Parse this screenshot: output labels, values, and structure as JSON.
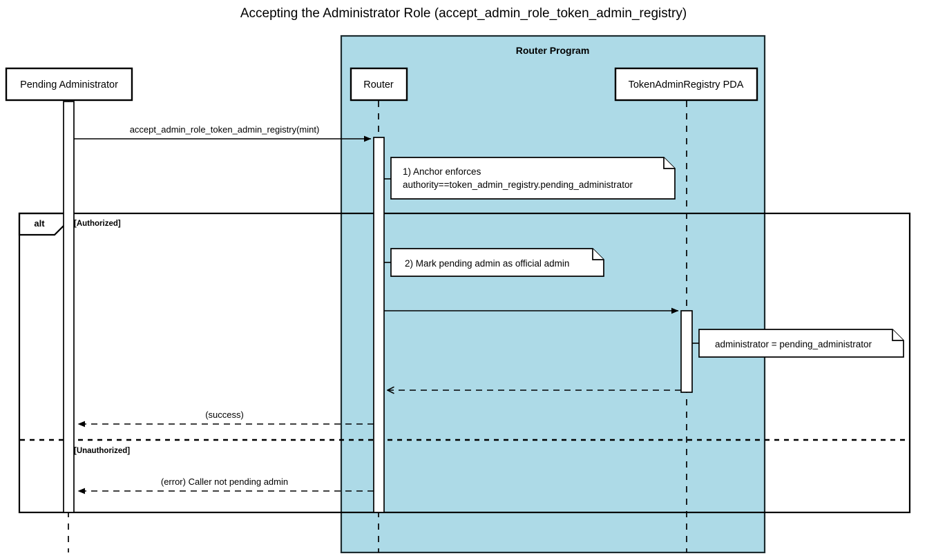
{
  "diagram": {
    "type": "uml-sequence-diagram",
    "title": "Accepting the Administrator Role (accept_admin_role_token_admin_registry)",
    "background_color": "#ffffff",
    "group": {
      "label": "Router Program",
      "fill_color": "#addae7",
      "border_color": "#1c2b2f"
    },
    "participants": [
      {
        "id": "actor",
        "label": "Pending Administrator",
        "inside_group": false
      },
      {
        "id": "router",
        "label": "Router",
        "inside_group": true
      },
      {
        "id": "pda",
        "label": "TokenAdminRegistry PDA",
        "inside_group": true
      }
    ],
    "fragment": {
      "operator": "alt",
      "guards": [
        {
          "label": "[Authorized]"
        },
        {
          "label": "[Unauthorized]"
        }
      ]
    },
    "messages": [
      {
        "index": 1,
        "label": "accept_admin_role_token_admin_registry(mint)",
        "from": "actor",
        "to": "router",
        "style": "solid",
        "arrow": "filled"
      },
      {
        "index": 2,
        "label": "",
        "from": "router",
        "to": "pda",
        "style": "solid",
        "arrow": "filled"
      },
      {
        "index": 3,
        "label": "",
        "from": "pda",
        "to": "router",
        "style": "dashed",
        "arrow": "open"
      },
      {
        "index": 4,
        "label": "(success)",
        "from": "router",
        "to": "actor",
        "style": "dashed",
        "arrow": "filled"
      },
      {
        "index": 5,
        "label": "(error) Caller not pending admin",
        "from": "router",
        "to": "actor",
        "style": "dashed",
        "arrow": "filled"
      }
    ],
    "notes": [
      {
        "id": "note-1",
        "attached_to": "router",
        "lines": [
          "1) Anchor enforces",
          "authority==token_admin_registry.pending_administrator"
        ]
      },
      {
        "id": "note-2",
        "attached_to": "router",
        "lines": [
          "2) Mark pending admin as official admin"
        ]
      },
      {
        "id": "note-3",
        "attached_to": "pda",
        "lines": [
          "administrator = pending_administrator"
        ]
      }
    ]
  }
}
